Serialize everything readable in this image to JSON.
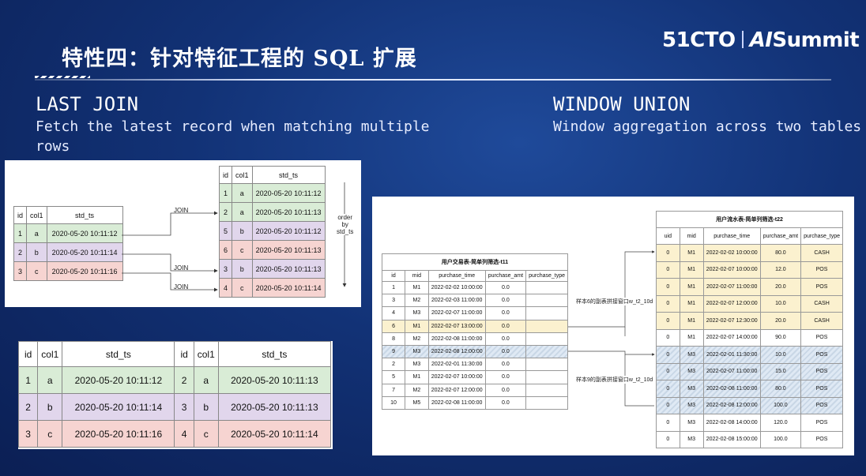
{
  "slide": {
    "title": "特性四：针对特征工程的 SQL 扩展",
    "logo_left": "51CTO",
    "logo_ai": "AI",
    "logo_right": "Summit"
  },
  "last_join": {
    "title": "LAST JOIN",
    "subtitle_1": "Fetch the latest record when matching multiple",
    "subtitle_2": "rows"
  },
  "window_union": {
    "title": "WINDOW UNION",
    "subtitle": "Window aggregation across two tables"
  },
  "join_diagram": {
    "left_headers": [
      "id",
      "col1",
      "std_ts"
    ],
    "left_rows": [
      [
        "1",
        "a",
        "2020-05-20 10:11:12"
      ],
      [
        "2",
        "b",
        "2020-05-20 10:11:14"
      ],
      [
        "3",
        "c",
        "2020-05-20 10:11:16"
      ]
    ],
    "right_headers": [
      "id",
      "col1",
      "std_ts"
    ],
    "right_rows": [
      [
        "1",
        "a",
        "2020-05-20 10:11:12"
      ],
      [
        "2",
        "a",
        "2020-05-20 10:11:13"
      ],
      [
        "5",
        "b",
        "2020-05-20 10:11:12"
      ],
      [
        "6",
        "c",
        "2020-05-20 10:11:13"
      ],
      [
        "3",
        "b",
        "2020-05-20 10:11:13"
      ],
      [
        "4",
        "c",
        "2020-05-20 10:11:14"
      ]
    ],
    "join_label": "JOIN",
    "order_by_label": [
      "order",
      "by",
      "std_ts"
    ]
  },
  "result_table": {
    "headers": [
      "id",
      "col1",
      "std_ts",
      "id",
      "col1",
      "std_ts"
    ],
    "rows": [
      [
        "1",
        "a",
        "2020-05-20 10:11:12",
        "2",
        "a",
        "2020-05-20 10:11:13"
      ],
      [
        "2",
        "b",
        "2020-05-20 10:11:14",
        "3",
        "b",
        "2020-05-20 10:11:13"
      ],
      [
        "3",
        "c",
        "2020-05-20 10:11:16",
        "4",
        "c",
        "2020-05-20 10:11:14"
      ]
    ]
  },
  "union_diagram": {
    "left_caption": "用户交易表-简单列筛选-t11",
    "left_headers": [
      "id",
      "mid",
      "purchase_time",
      "purchase_amt",
      "purchase_type"
    ],
    "left_rows": [
      [
        "1",
        "M1",
        "2022-02-02 10:00:00",
        "0.0",
        ""
      ],
      [
        "3",
        "M2",
        "2022-02-03 11:00:00",
        "0.0",
        ""
      ],
      [
        "4",
        "M3",
        "2022-02-07 11:00:00",
        "0.0",
        ""
      ],
      [
        "6",
        "M1",
        "2022-02-07 13:00:00",
        "0.0",
        ""
      ],
      [
        "8",
        "M2",
        "2022-02-08 11:00:00",
        "0.0",
        ""
      ],
      [
        "9",
        "M3",
        "2022-02-08 12:00:00",
        "0.0",
        ""
      ],
      [
        "2",
        "M3",
        "2022-02-01 11:30:00",
        "0.0",
        ""
      ],
      [
        "5",
        "M1",
        "2022-02-07 10:00:00",
        "0.0",
        ""
      ],
      [
        "7",
        "M2",
        "2022-02-07 12:00:00",
        "0.0",
        ""
      ],
      [
        "10",
        "M5",
        "2022-02-08 11:00:00",
        "0.0",
        ""
      ]
    ],
    "right_caption": "用户流水表-简单列筛选-t22",
    "right_headers": [
      "uid",
      "mid",
      "purchase_time",
      "purchase_amt",
      "purchase_type"
    ],
    "right_rows": [
      [
        "0",
        "M1",
        "2022-02-02 10:00:00",
        "80.0",
        "CASH"
      ],
      [
        "0",
        "M1",
        "2022-02-07 10:00:00",
        "12.0",
        "POS"
      ],
      [
        "0",
        "M1",
        "2022-02-07 11:00:00",
        "20.0",
        "POS"
      ],
      [
        "0",
        "M1",
        "2022-02-07 12:00:00",
        "10.0",
        "CASH"
      ],
      [
        "0",
        "M1",
        "2022-02-07 12:30:00",
        "20.0",
        "CASH"
      ],
      [
        "0",
        "M1",
        "2022-02-07 14:00:00",
        "90.0",
        "POS"
      ],
      [
        "0",
        "M3",
        "2022-02-01 11:30:00",
        "10.0",
        "POS"
      ],
      [
        "0",
        "M3",
        "2022-02-07 11:00:00",
        "15.0",
        "POS"
      ],
      [
        "0",
        "M3",
        "2022-02-08 11:00:00",
        "80.0",
        "POS"
      ],
      [
        "0",
        "M3",
        "2022-02-08 12:00:00",
        "100.0",
        "POS"
      ],
      [
        "0",
        "M3",
        "2022-02-08 14:00:00",
        "120.0",
        "POS"
      ],
      [
        "0",
        "M3",
        "2022-02-08 15:00:00",
        "100.0",
        "POS"
      ]
    ],
    "window_label_1": "样本6的副表拼接窗口w_t2_10d",
    "window_label_2": "样本9的副表拼接窗口w_t2_10d"
  }
}
